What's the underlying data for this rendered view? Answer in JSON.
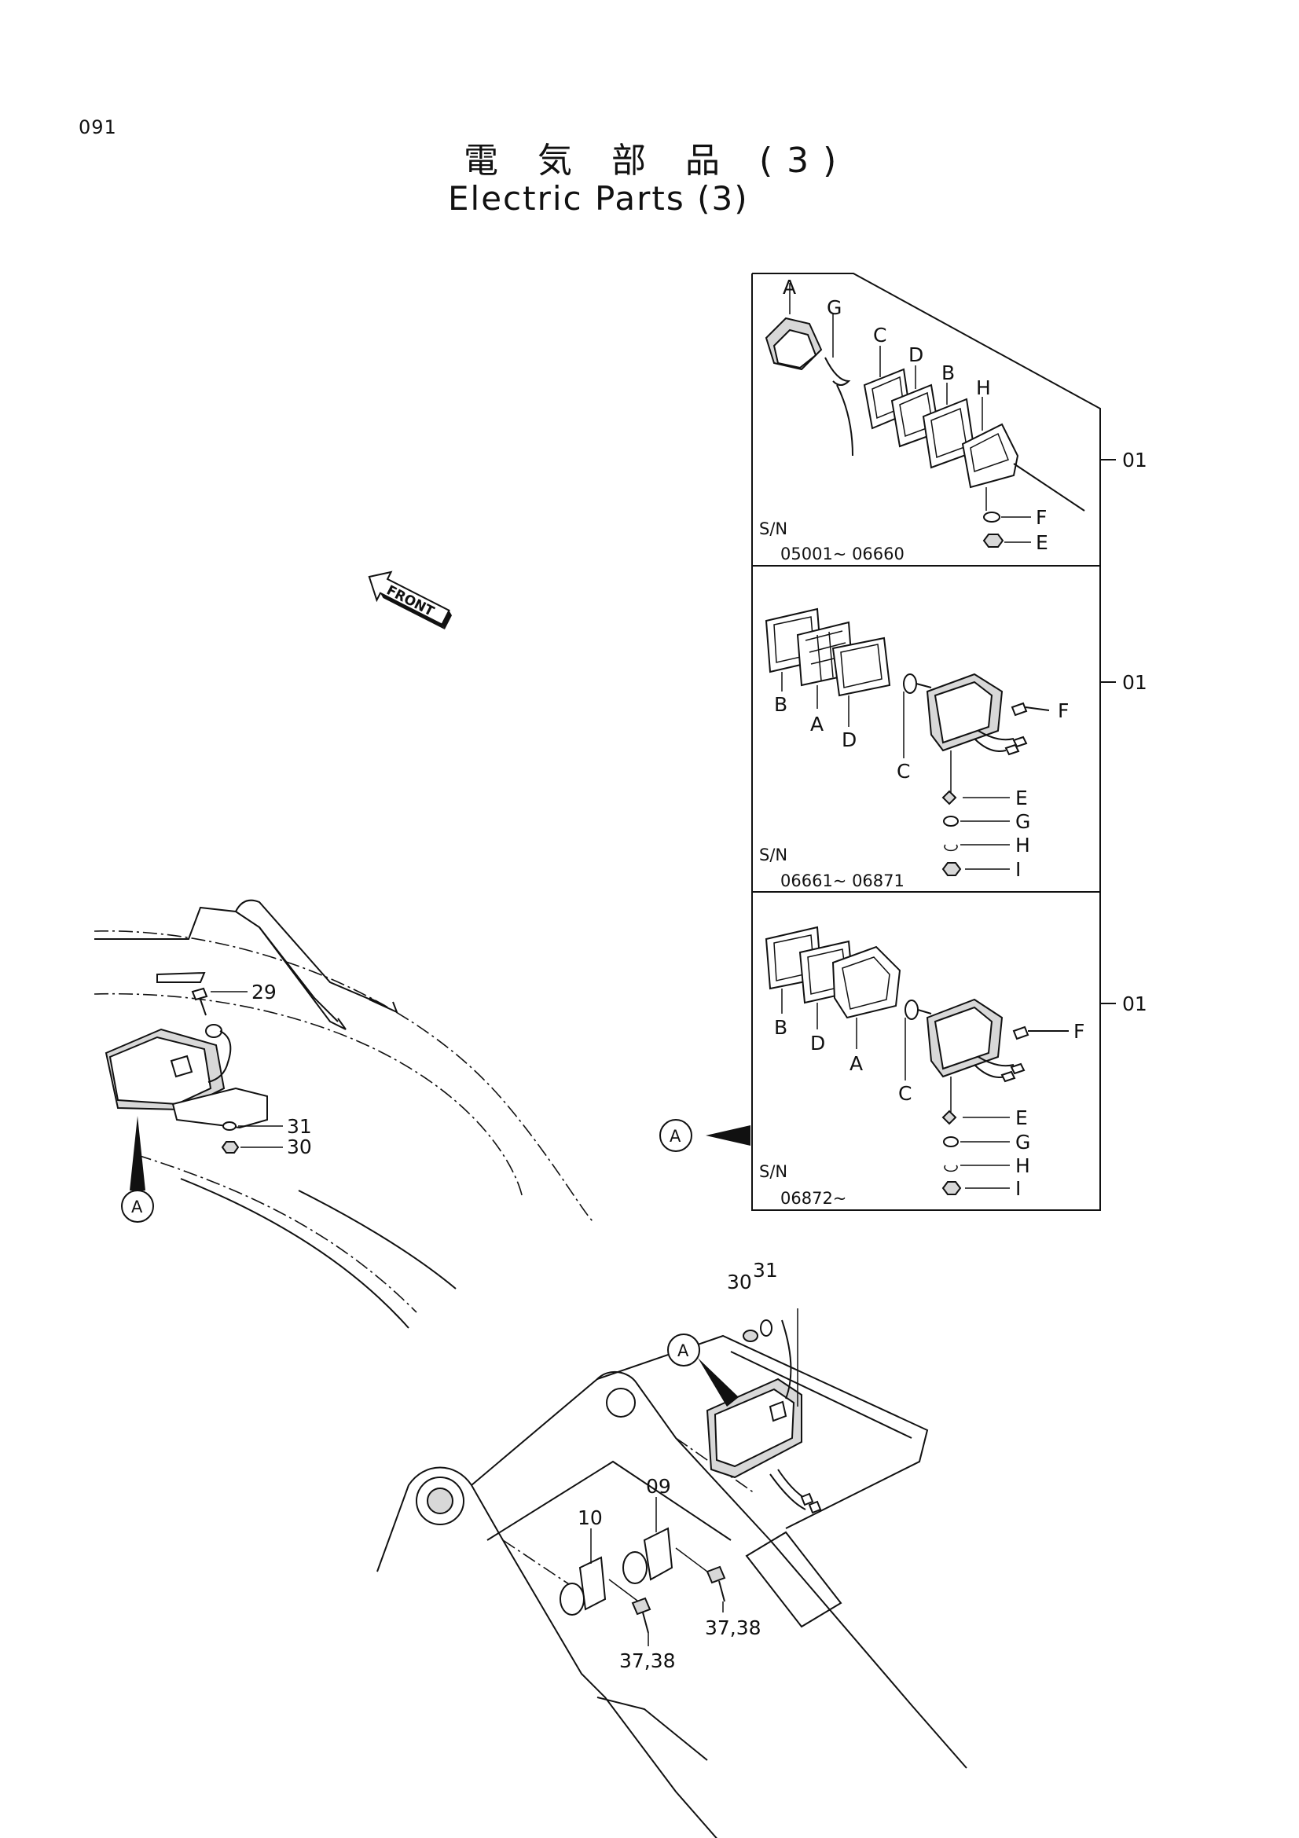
{
  "page_number": "091",
  "title": {
    "japanese": "電 気 部 品 (3)",
    "english": "Electric Parts (3)"
  },
  "front_arrow": "FRONT",
  "panels": [
    {
      "sn_label": "S/N",
      "sn_range": "05001~ 06660",
      "part_no": "01",
      "letters": [
        "A",
        "G",
        "C",
        "D",
        "B",
        "H",
        "F",
        "E"
      ]
    },
    {
      "sn_label": "S/N",
      "sn_range": "06661~ 06871",
      "part_no": "01",
      "letters": [
        "B",
        "A",
        "D",
        "C",
        "F",
        "E",
        "G",
        "H",
        "I"
      ]
    },
    {
      "sn_label": "S/N",
      "sn_range": "06872~",
      "part_no": "01",
      "letters": [
        "B",
        "D",
        "A",
        "C",
        "F",
        "E",
        "G",
        "H",
        "I"
      ]
    }
  ],
  "callouts": {
    "ref_a": "A",
    "p29": "29",
    "p31": "31",
    "p30": "30",
    "p09": "09",
    "p10": "10",
    "p3738a": "37,38",
    "p3738b": "37,38"
  }
}
